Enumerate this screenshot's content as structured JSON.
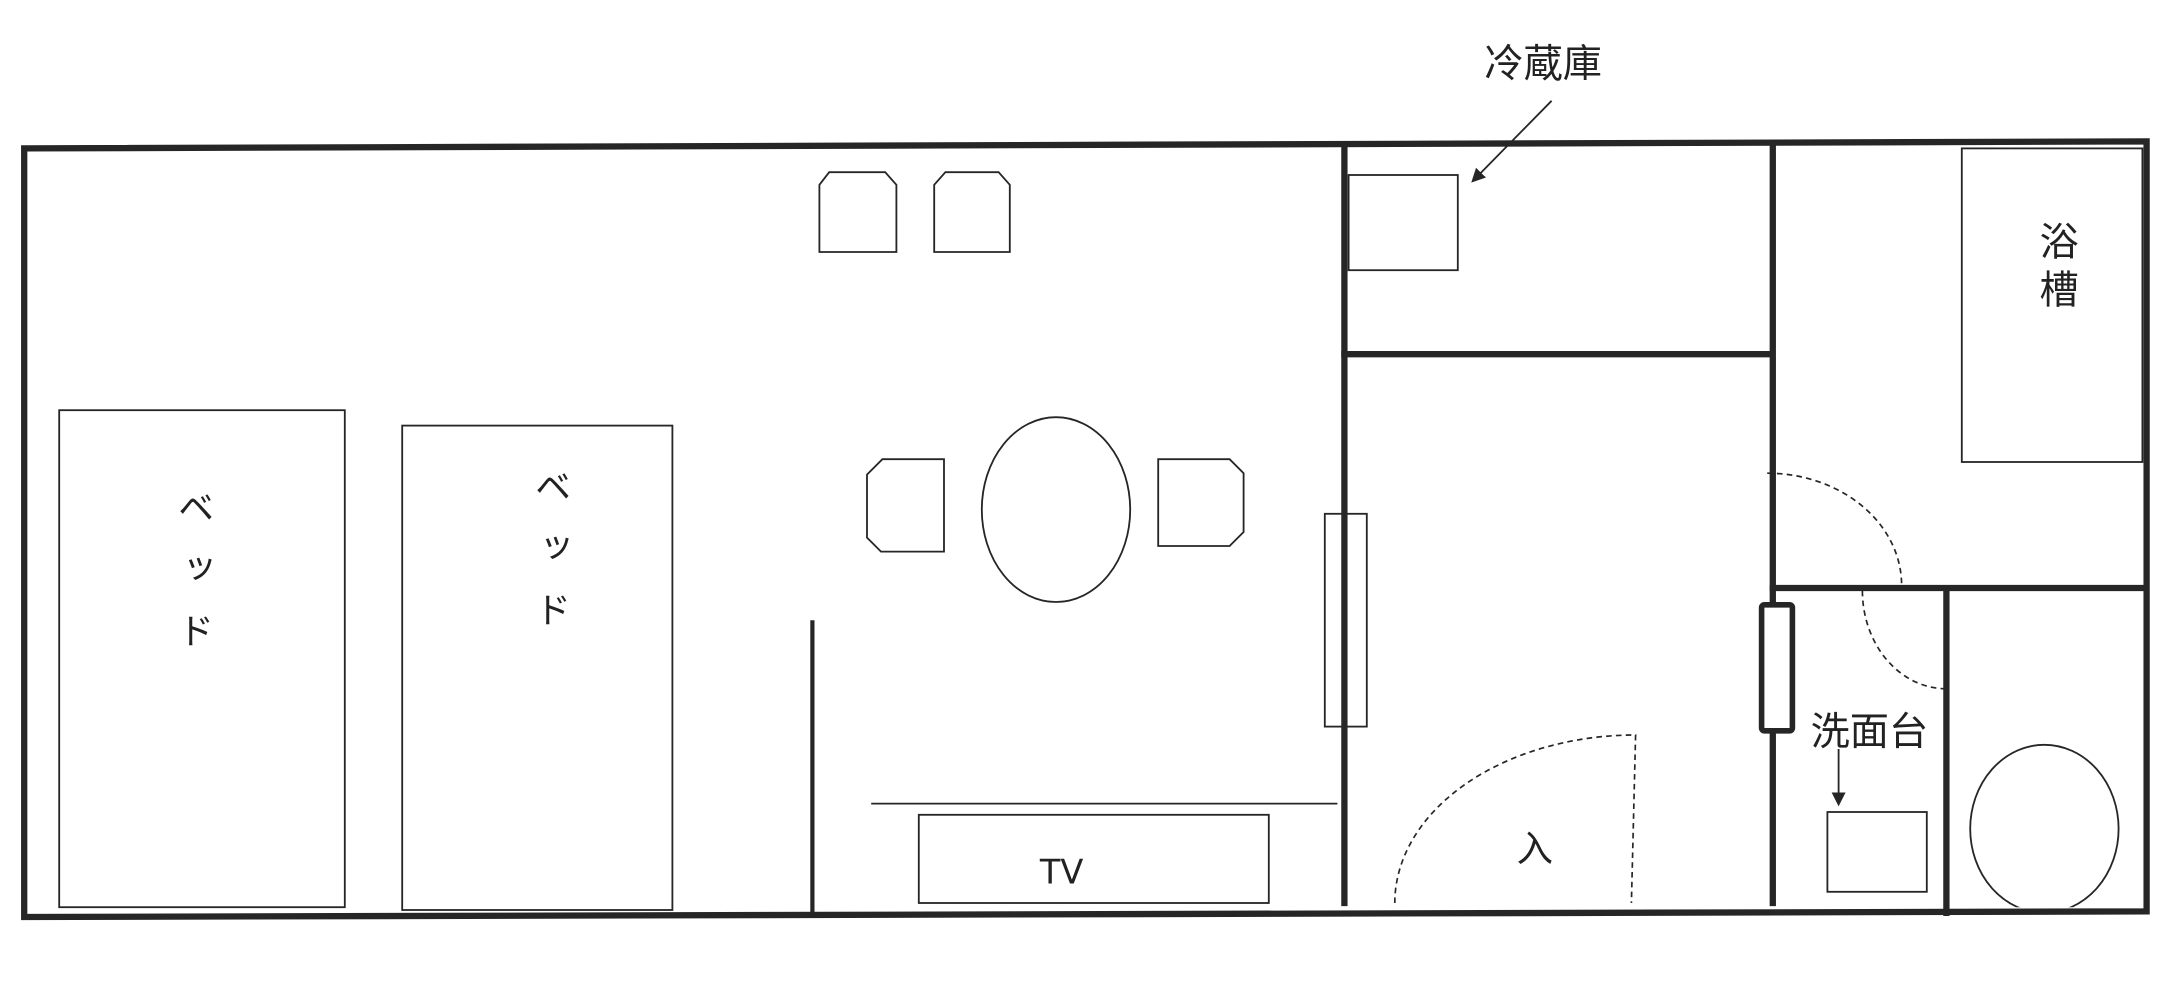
{
  "plan": {
    "fridge_label": "冷蔵庫",
    "bathtub_label": "浴槽",
    "washbasin_label": "洗面台",
    "entrance_label": "入",
    "tv_label": "TV",
    "bed_left_label": "ベッド",
    "bed_right_label": "ベッド"
  },
  "colors": {
    "line": "#262626",
    "background": "#ffffff"
  }
}
